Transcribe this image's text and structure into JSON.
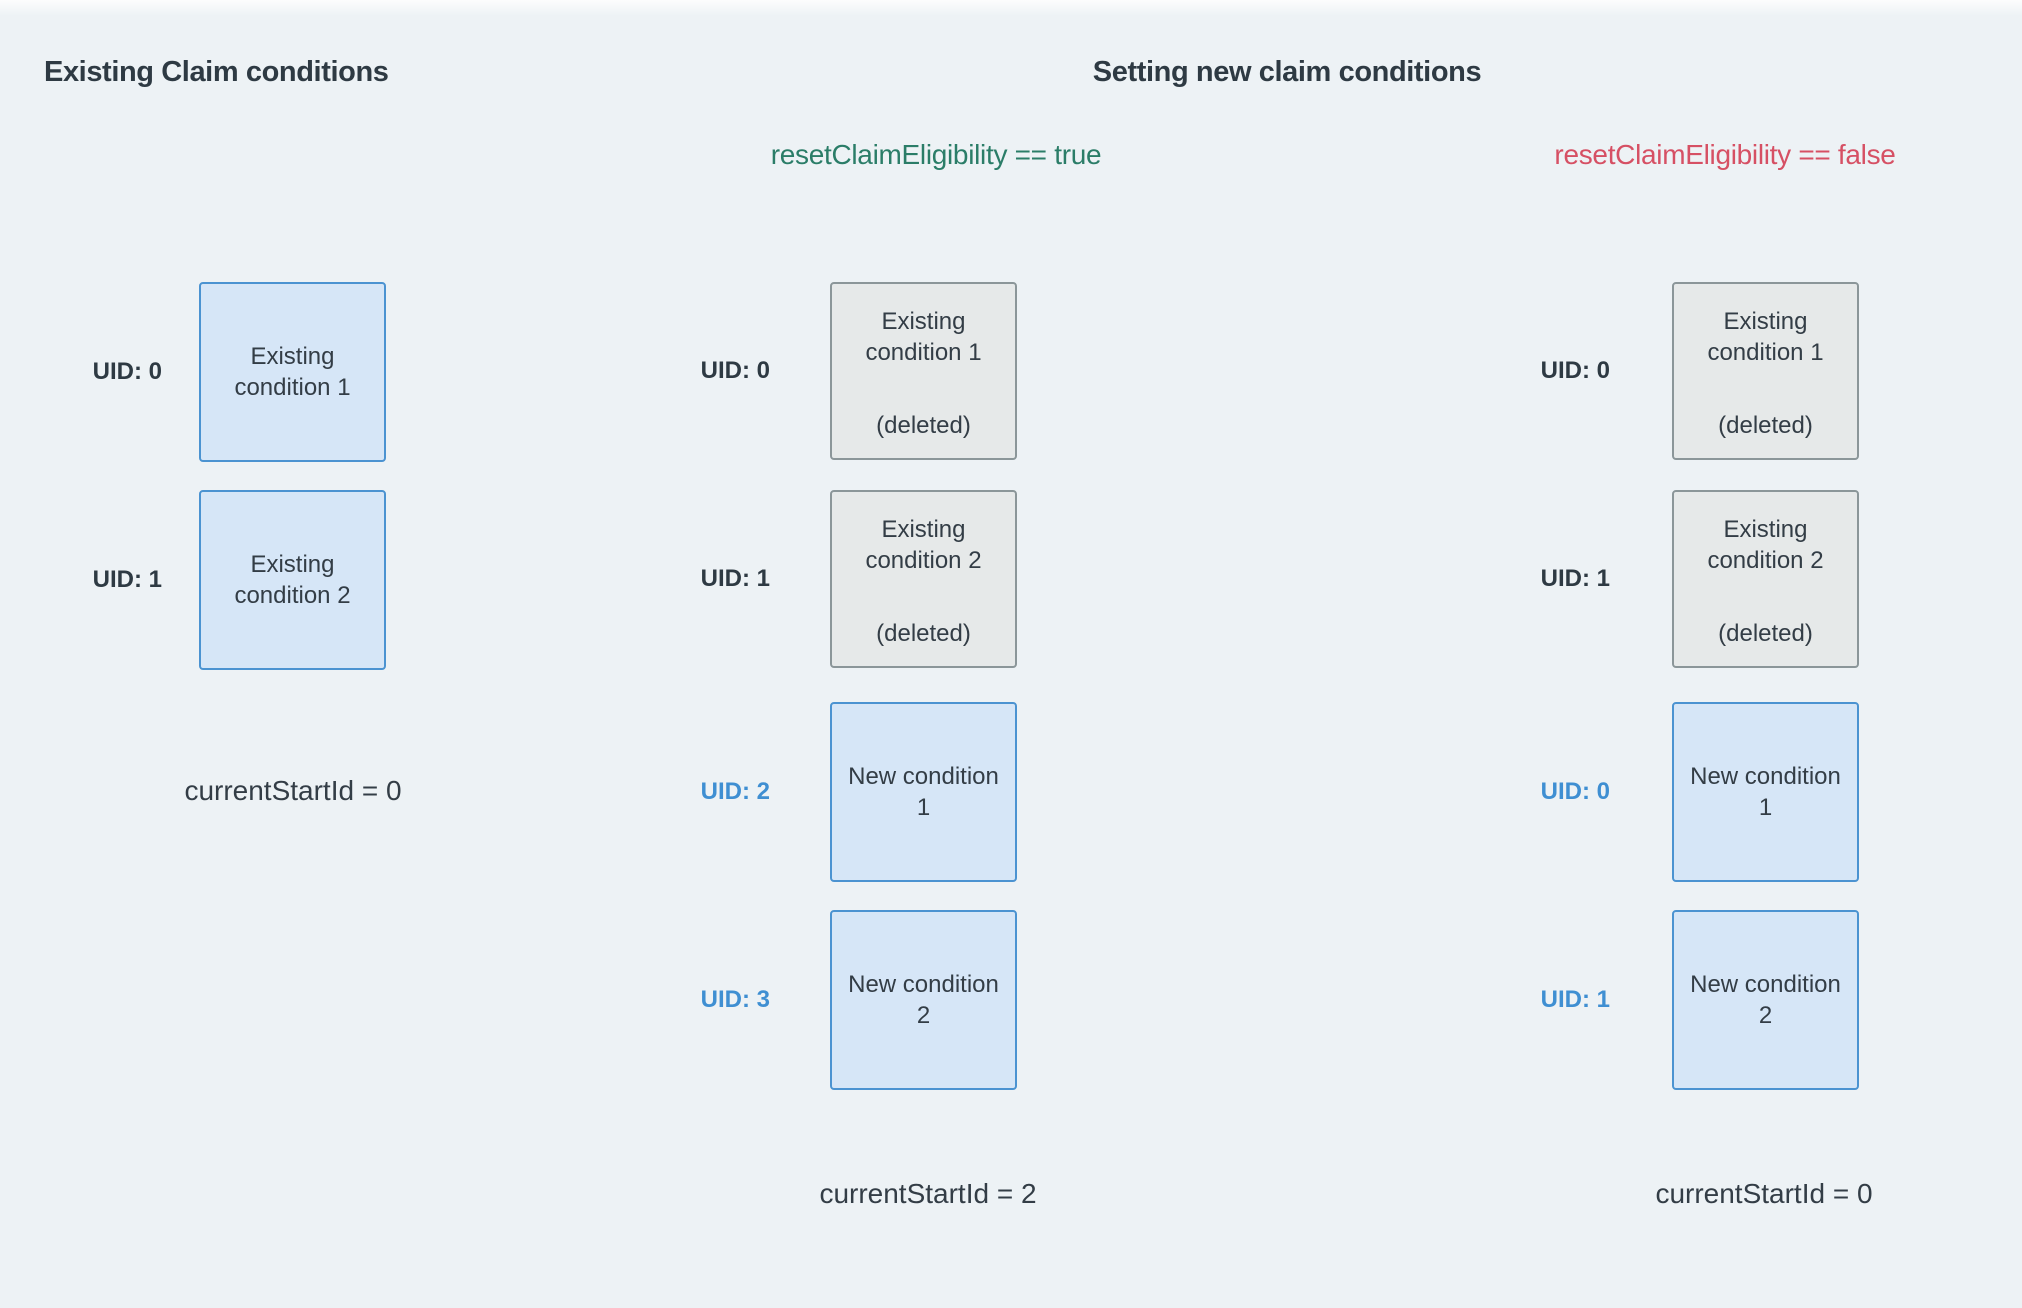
{
  "titles": {
    "left": "Existing Claim conditions",
    "right": "Setting new claim conditions"
  },
  "scenarios": {
    "reset_true": "resetClaimEligibility == true",
    "reset_false": "resetClaimEligibility == false"
  },
  "colors": {
    "background": "#edf2f5",
    "title_text": "#2e3a43",
    "body_text": "#333d46",
    "scenario_true_green": "#2b7d68",
    "scenario_false_red": "#d65064",
    "uid_blue": "#3f8fd2",
    "blue_box_fill": "#d6e6f7",
    "blue_box_border": "#4b93d1",
    "gray_box_fill": "#e6e9e9",
    "gray_box_border": "#8b9699"
  },
  "existing_column": {
    "rows": [
      {
        "uid": "UID: 0",
        "box": "Existing condition 1"
      },
      {
        "uid": "UID: 1",
        "box": "Existing condition 2"
      }
    ],
    "caption": "currentStartId = 0"
  },
  "reset_true_column": {
    "rows": [
      {
        "uid": "UID: 0",
        "box": "Existing condition 1",
        "note": "(deleted)"
      },
      {
        "uid": "UID: 1",
        "box": "Existing condition 2",
        "note": "(deleted)"
      },
      {
        "uid": "UID: 2",
        "box": "New condition 1"
      },
      {
        "uid": "UID: 3",
        "box": "New condition 2"
      }
    ],
    "caption": "currentStartId = 2"
  },
  "reset_false_column": {
    "rows": [
      {
        "uid": "UID: 0",
        "box": "Existing condition 1",
        "note": "(deleted)"
      },
      {
        "uid": "UID: 1",
        "box": "Existing condition 2",
        "note": "(deleted)"
      },
      {
        "uid": "UID: 0",
        "box": "New condition 1"
      },
      {
        "uid": "UID: 1",
        "box": "New condition 2"
      }
    ],
    "caption": "currentStartId = 0"
  }
}
